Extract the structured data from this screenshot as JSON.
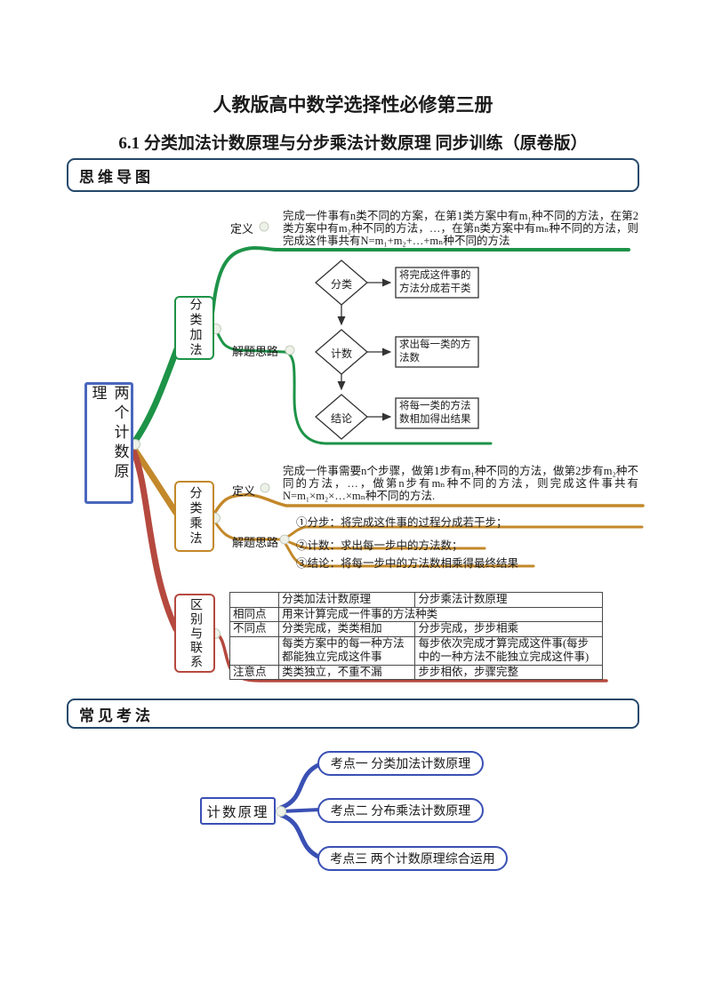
{
  "page": {
    "title": "人教版高中数学选择性必修第三册",
    "subtitle": "6.1 分类加法计数原理与分步乘法计数原理 同步训练（原卷版）"
  },
  "section1": {
    "header": "思维导图"
  },
  "section2": {
    "header": "常见考法"
  },
  "map1": {
    "root": "两个计数原理",
    "addition": {
      "node": "分类加法",
      "def_label": "定义",
      "definition": "完成一件事有n类不同的方案，在第1类方案中有m₁种不同的方法，在第2类方案中有m₂种不同的方法，…，在第n类方案中有mₙ种不同的方法，则完成这件事共有N=m₁+m₂+…+mₙ种不同的方法",
      "approach_label": "解题思路",
      "flow": [
        {
          "step": "分类",
          "desc": "将完成这件事的方法分成若干类"
        },
        {
          "step": "计数",
          "desc": "求出每一类的方法数"
        },
        {
          "step": "结论",
          "desc": "将每一类的方法数相加得出结果"
        }
      ]
    },
    "multiplication": {
      "node": "分类乘法",
      "def_label": "定义",
      "definition": "完成一件事需要n个步骤，做第1步有m₁种不同的方法，做第2步有m₂种不同的方法，…，做第n步有mₙ种不同的方法，则完成这件事共有N=m₁×m₂×…×mₙ种不同的方法.",
      "approach_label": "解题思路",
      "steps": [
        "①分步：将完成这件事的过程分成若干步；",
        "②计数：求出每一步中的方法数；",
        "③结论：将每一步中的方法数相乘得最终结果"
      ]
    },
    "comparison": {
      "node": "区别与联系",
      "table": {
        "col_add": "分类加法计数原理",
        "col_mul": "分步乘法计数原理",
        "same_label": "相同点",
        "same_value": "用来计算完成一件事的方法种类",
        "diff_label": "不同点",
        "diff_add1": "分类完成，类类相加",
        "diff_mul1": "分步完成，步步相乘",
        "diff_add2": "每类方案中的每一种方法都能独立完成这件事",
        "diff_mul2": "每步依次完成才算完成这件事(每步中的一种方法不能独立完成这件事)",
        "note_label": "注意点",
        "note_add": "类类独立，不重不漏",
        "note_mul": "步步相依，步骤完整"
      }
    }
  },
  "map2": {
    "root": "计数原理",
    "items": [
      "考点一 分类加法计数原理",
      "考点二 分布乘法计数原理",
      "考点三 两个计数原理综合运用"
    ]
  },
  "colors": {
    "green": "#1d9348",
    "gold": "#c3882a",
    "red": "#b5493f",
    "root_blue": "#4a67bd",
    "map2_blue": "#3a50b4",
    "frame_navy": "#24486b"
  }
}
